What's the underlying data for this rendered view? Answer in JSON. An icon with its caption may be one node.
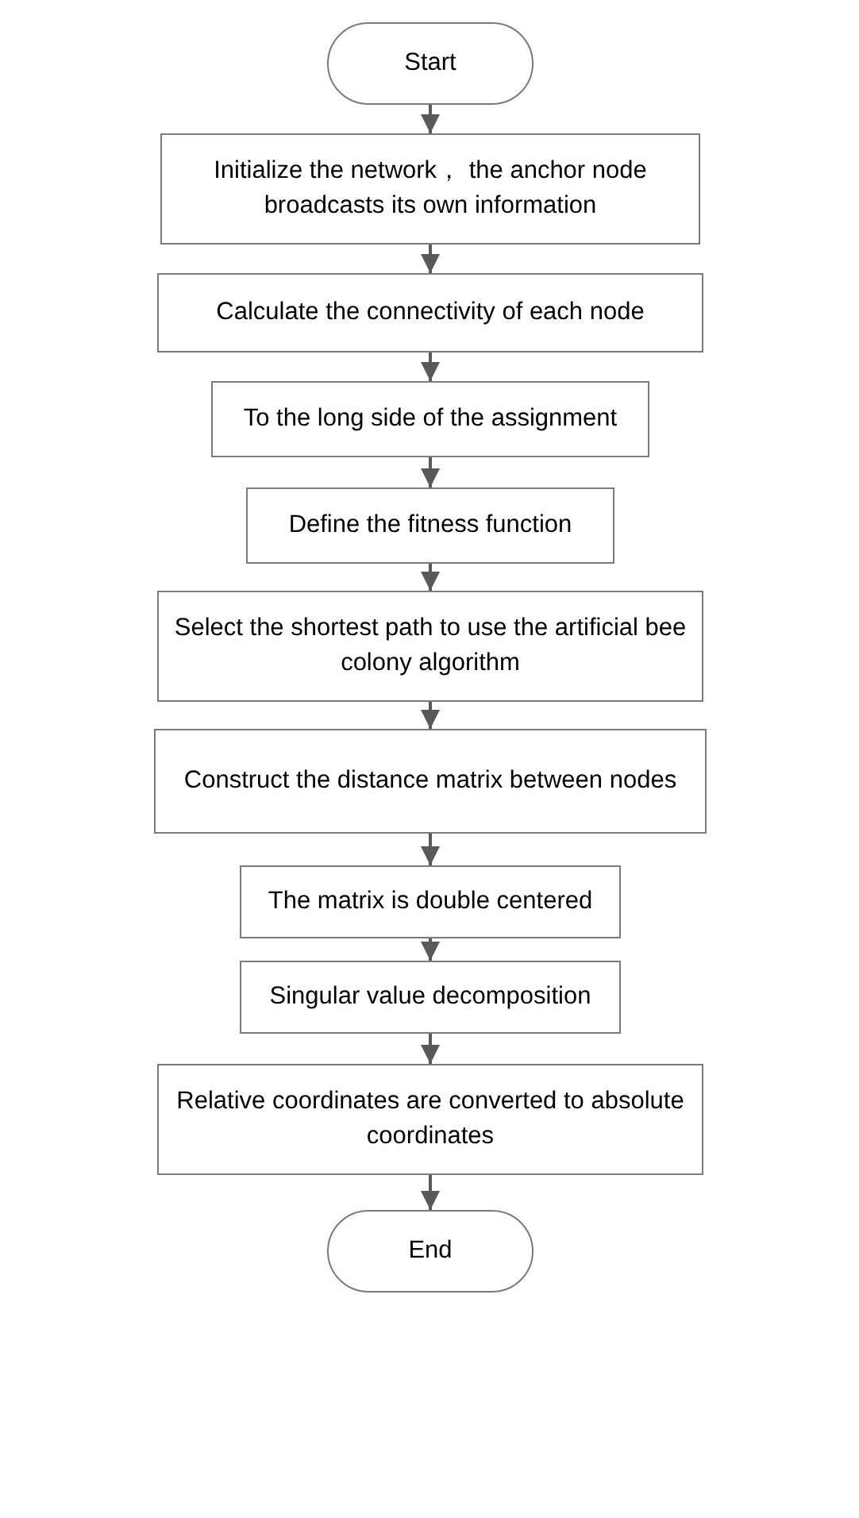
{
  "diagram": {
    "nodes": [
      {
        "text": [
          "Start"
        ]
      },
      {
        "text": [
          "Initialize the network， the anchor node broadcasts its own information"
        ]
      },
      {
        "text": [
          "Calculate the connectivity of each node"
        ]
      },
      {
        "text": [
          "To the long side of the assignment"
        ]
      },
      {
        "text": [
          "Define the fitness function"
        ]
      },
      {
        "text": [
          "Select the shortest path to use the artificial bee colony algorithm"
        ]
      },
      {
        "text": [
          "Construct the distance matrix between nodes"
        ]
      },
      {
        "text": [
          "The matrix is double centered"
        ]
      },
      {
        "text": [
          "Singular value decomposition"
        ]
      },
      {
        "text": [
          "Relative coordinates are converted to absolute coordinates"
        ]
      },
      {
        "text": [
          "End"
        ]
      }
    ],
    "edges": [
      {
        "from": 0,
        "to": 1,
        "arrow": "to"
      },
      {
        "from": 1,
        "to": 2,
        "arrow": "to"
      },
      {
        "from": 2,
        "to": 3,
        "arrow": "to"
      },
      {
        "from": 3,
        "to": 4,
        "arrow": "to"
      },
      {
        "from": 4,
        "to": 5,
        "arrow": "to"
      },
      {
        "from": 5,
        "to": 6,
        "arrow": "to"
      },
      {
        "from": 6,
        "to": 7,
        "arrow": "to"
      },
      {
        "from": 7,
        "to": 8,
        "arrow": "to"
      },
      {
        "from": 8,
        "to": 9,
        "arrow": "to"
      },
      {
        "from": 9,
        "to": 10,
        "arrow": "to"
      }
    ]
  }
}
